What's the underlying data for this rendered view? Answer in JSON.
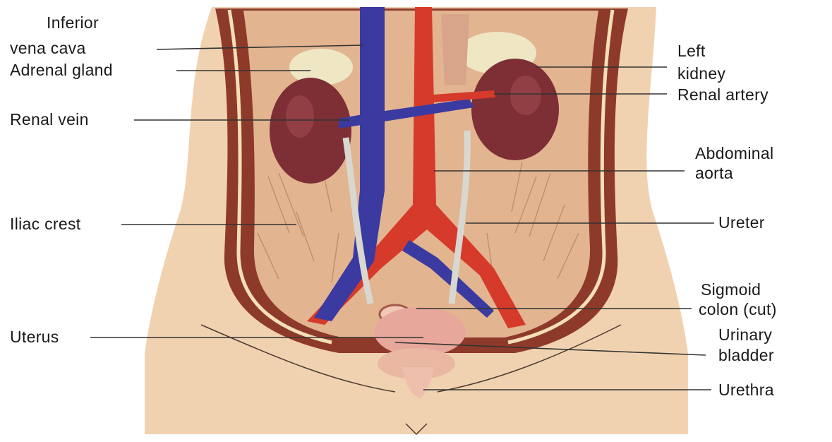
{
  "labels": {
    "inferior_vena_cava_line1": "Inferior",
    "inferior_vena_cava_line2": "vena  cava",
    "adrenal_gland": "Adrenal gland",
    "renal_vein": "Renal vein",
    "iliac_crest": "Iliac crest",
    "uterus": "Uterus",
    "left_kidney_line1": "Left",
    "left_kidney_line2": "kidney",
    "renal_artery": "Renal artery",
    "abdominal_aorta_line1": "Abdominal",
    "abdominal_aorta_line2": "aorta",
    "ureter": "Ureter",
    "sigmoid_colon_line1": "Sigmoid",
    "sigmoid_colon_line2": "colon (cut)",
    "urinary_bladder_line1": "Urinary",
    "urinary_bladder_line2": "bladder",
    "urethra": "Urethra"
  },
  "colors": {
    "skin": "#f1d2b0",
    "body_wall": "#8e3a2a",
    "cavity": "#e2b490",
    "kidney": "#7d2f35",
    "vena_cava": "#3a3aa0",
    "aorta": "#d63a2a",
    "ureter": "#d8d8d0",
    "adrenal": "#efe6c4",
    "label_text": "#1a1a1a",
    "leader_line": "#333333"
  }
}
